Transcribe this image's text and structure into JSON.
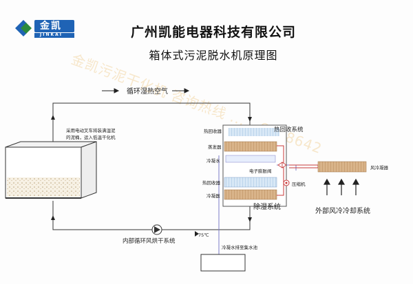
{
  "header": {
    "logo_text": "金凯",
    "logo_subtext": "JINKAI",
    "company": "广州凯能电器科技有限公司",
    "title": "箱体式污泥脱水机原理图"
  },
  "watermark": "金凯污泥干化机 咨询热线 ......6428642",
  "labels": {
    "top_air": "循环湿热空气",
    "container_note_1": "采用电动叉车将装满湿泥",
    "container_note_2": "的泥桶，运入低温干化机",
    "heat_recovery_top": "热回收器",
    "heat_recovery_system": "热回收系统",
    "evaporator": "蒸发器",
    "condensate_water": "冷凝水",
    "expansion_valve": "电子膨胀阀",
    "heat_recovery_bottom": "热回收器",
    "condenser": "冷凝器",
    "compressor": "压缩机",
    "air_condenser": "风冷凝器",
    "dehumid_system": "除湿系统",
    "external_cooling": "外部风冷冷却系统",
    "inner_drying": "内部循环风烘干系统",
    "temperature": "75℃",
    "drain": "冷凝水排至集水池"
  },
  "colors": {
    "accent_blue": "#1f63b5",
    "accent_green": "#2b8a3e",
    "heat_exchanger": "#d9b48a",
    "line": "#333333",
    "pipe_purple": "#7a7ac8",
    "pipe_red": "#c83a3a"
  }
}
